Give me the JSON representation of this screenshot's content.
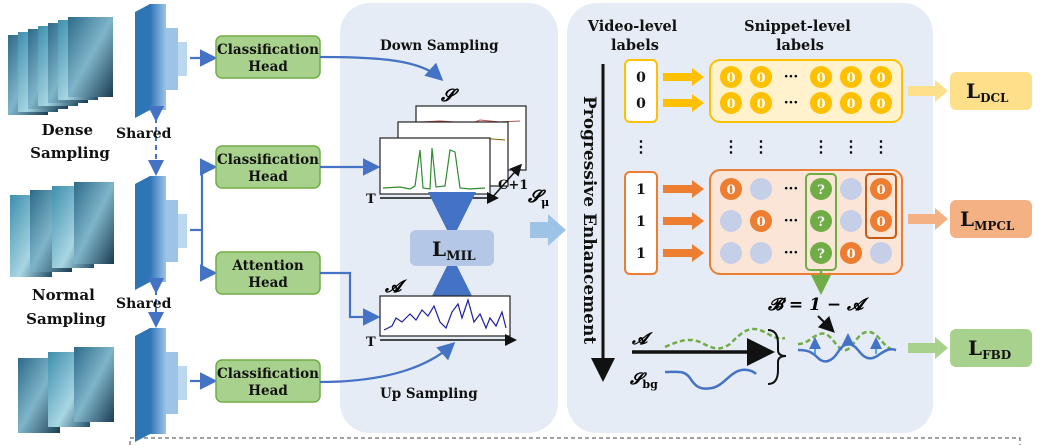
{
  "left": {
    "dense_label": [
      "Dense",
      "Sampling"
    ],
    "normal_label": [
      "Normal",
      "Sampling"
    ],
    "shared_label": "Shared"
  },
  "heads": {
    "classification": [
      "Classification",
      "Head"
    ],
    "attention": [
      "Attention",
      "Head"
    ]
  },
  "middle": {
    "down_sampling": "Down Sampling",
    "up_sampling": "Up Sampling",
    "s_symbol": "𝓢",
    "a_symbol": "𝓐",
    "axis_t": "T",
    "axis_c": "C+1",
    "loss_mil": "L",
    "loss_mil_sub": "MIL",
    "s_mu": "𝓢",
    "s_mu_sub": "μ"
  },
  "right": {
    "video_level": [
      "Video-level",
      "labels"
    ],
    "snippet_level": [
      "Snippet-level",
      "labels"
    ],
    "progressive": "Progressive Enhancement",
    "dcl_video_labels": [
      "0",
      "0"
    ],
    "dcl_snippet": "0",
    "mpcl_video_labels": [
      "1",
      "1",
      "1"
    ],
    "mpcl_zero": "0",
    "mpcl_unknown": "?",
    "ellipsis": "···",
    "vdots": "⋮",
    "b_formula": "𝓑 = 1 − 𝓐",
    "a_symbol": "𝓐",
    "s_bg": "𝓢",
    "s_bg_sub": "bg"
  },
  "losses": {
    "dcl": "L",
    "dcl_sub": "DCL",
    "mpcl": "L",
    "mpcl_sub": "MPCL",
    "fbd": "L",
    "fbd_sub": "FBD"
  },
  "colors": {
    "head_fill": "#a9d18e",
    "head_stroke": "#70ad47",
    "panel": "#e6ecf5",
    "arrow_blue": "#4472c4",
    "orange": "#ed7d31",
    "yellow": "#ffc000",
    "grey_circle": "#c5d0e8",
    "green": "#70ad47",
    "dcl_box": "#ffe08a",
    "mpcl_box": "#f4b183",
    "fbd_box": "#a9d18e",
    "mil_box": "#b4c7e7"
  }
}
